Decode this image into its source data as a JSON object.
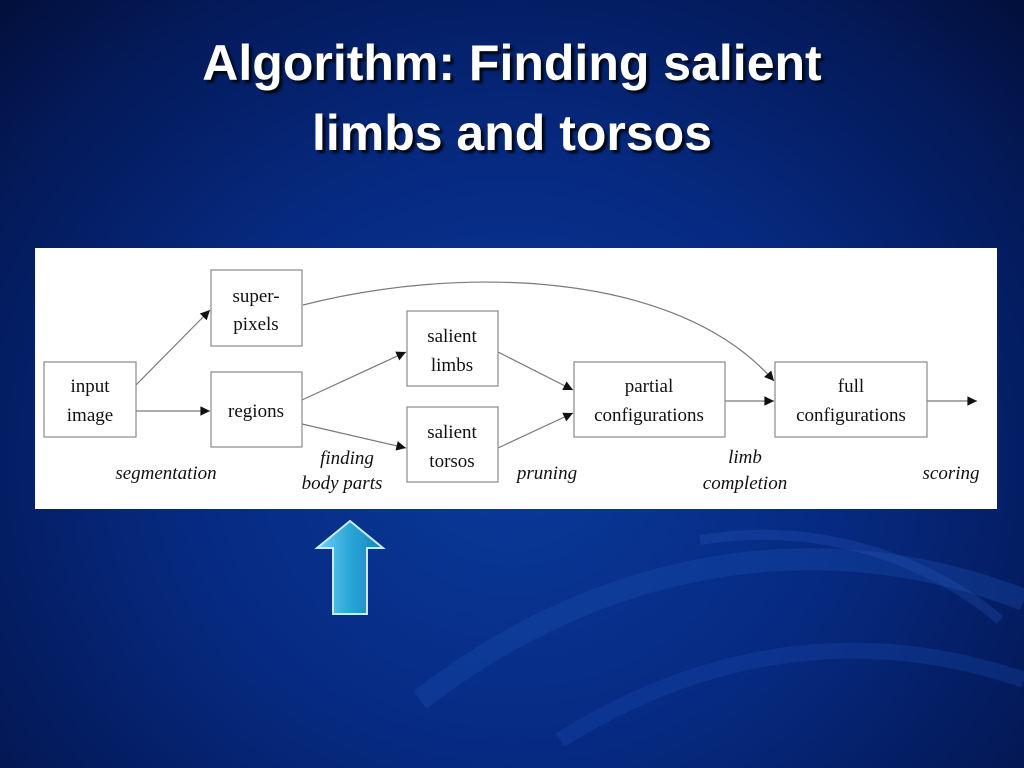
{
  "slide": {
    "title_line1": "Algorithm: Finding salient",
    "title_line2": "limbs and torsos"
  },
  "diagram": {
    "nodes": {
      "input_image": [
        "input",
        "image"
      ],
      "superpixels": [
        "super-",
        "pixels"
      ],
      "regions": [
        "regions"
      ],
      "salient_limbs": [
        "salient",
        "limbs"
      ],
      "salient_torsos": [
        "salient",
        "torsos"
      ],
      "partial_configurations": [
        "partial",
        "configurations"
      ],
      "full_configurations": [
        "full",
        "configurations"
      ]
    },
    "stage_labels": {
      "segmentation": "segmentation",
      "finding_body_parts": [
        "finding",
        "body parts"
      ],
      "pruning": "pruning",
      "limb_completion": [
        "limb",
        "completion"
      ],
      "scoring": "scoring"
    },
    "edges": [
      [
        "input_image",
        "superpixels"
      ],
      [
        "input_image",
        "regions"
      ],
      [
        "regions",
        "salient_limbs"
      ],
      [
        "regions",
        "salient_torsos"
      ],
      [
        "salient_limbs",
        "partial_configurations"
      ],
      [
        "salient_torsos",
        "partial_configurations"
      ],
      [
        "superpixels",
        "full_configurations"
      ],
      [
        "partial_configurations",
        "full_configurations"
      ],
      [
        "full_configurations",
        "output"
      ]
    ]
  },
  "colors": {
    "background": "#062a82",
    "pointer_arrow_fill": "#2aa6d8",
    "pointer_arrow_stroke": "#c8ecff"
  },
  "pointer_icon": "up-arrow-icon"
}
